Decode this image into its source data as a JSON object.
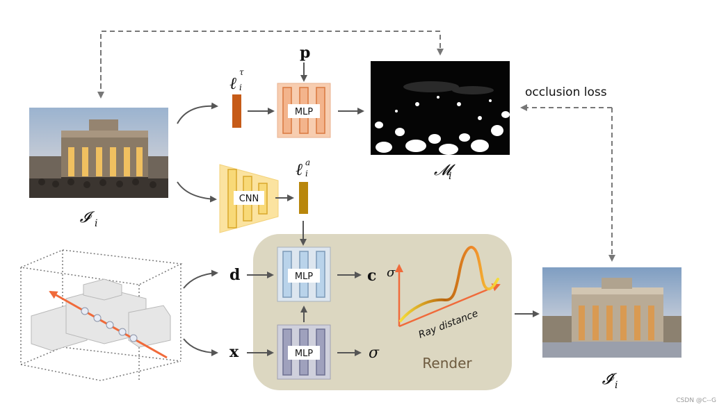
{
  "diagram": {
    "inputs": {
      "input_image_label": "𝓘",
      "input_image_sub": "i",
      "pose_symbol": "p",
      "direction_symbol": "d",
      "position_symbol": "x"
    },
    "latents": {
      "transient_base": "ℓ",
      "transient_sub": "i",
      "transient_sup": "τ",
      "appearance_base": "ℓ",
      "appearance_sub": "i",
      "appearance_sup": "a"
    },
    "modules": {
      "mlp_top": "MLP",
      "cnn": "CNN",
      "mlp_color": "MLP",
      "mlp_density": "MLP"
    },
    "outputs": {
      "mask_label": "𝓜",
      "mask_sub": "i",
      "color_symbol": "c",
      "sigma_symbol": "σ",
      "sigma_plot_axis": "σ",
      "ray_distance": "Ray distance",
      "render_label": "Render",
      "occlusion_loss": "occlusion loss",
      "rendered_label": "𝓘̂",
      "rendered_sub": "i"
    },
    "watermark": "CSDN @C--G",
    "colors": {
      "transient_latent": "#c65b18",
      "appearance_latent": "#b8860b",
      "mlp_top_fill": "#f7cdb0",
      "cnn_fill": "#fbe3a0",
      "mlp_color_fill": "#b9d3ea",
      "mlp_density_fill": "#b2b3cb",
      "render_panel": "#dcd7c1",
      "ray": "#f06a3a"
    }
  }
}
